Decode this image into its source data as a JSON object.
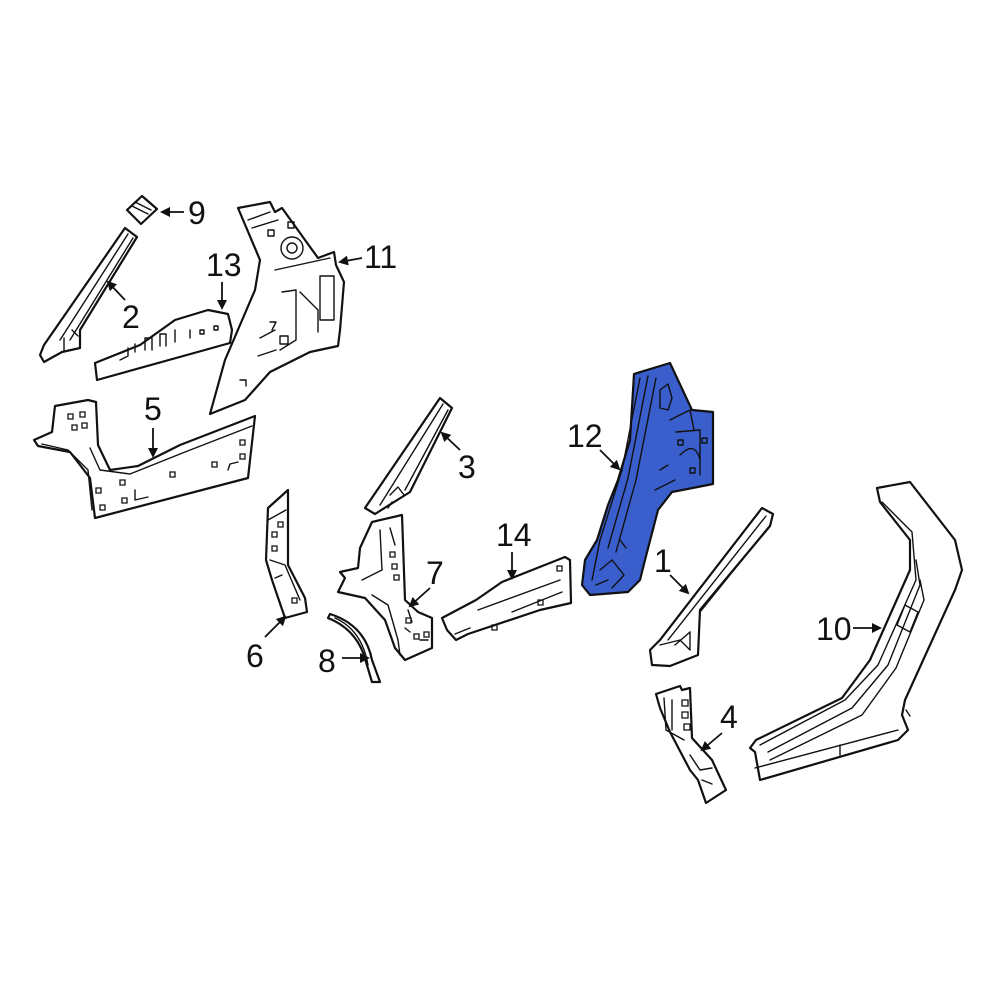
{
  "diagram": {
    "type": "exploded-parts-diagram",
    "highlight_color": "#3a5fcd",
    "line_color": "#111111",
    "background": "#ffffff",
    "highlighted_part": "12",
    "callouts": [
      {
        "id": "1",
        "label": "1"
      },
      {
        "id": "2",
        "label": "2"
      },
      {
        "id": "3",
        "label": "3"
      },
      {
        "id": "4",
        "label": "4"
      },
      {
        "id": "5",
        "label": "5"
      },
      {
        "id": "6",
        "label": "6"
      },
      {
        "id": "7",
        "label": "7"
      },
      {
        "id": "8",
        "label": "8"
      },
      {
        "id": "9",
        "label": "9"
      },
      {
        "id": "10",
        "label": "10"
      },
      {
        "id": "11",
        "label": "11"
      },
      {
        "id": "12",
        "label": "12"
      },
      {
        "id": "13",
        "label": "13"
      },
      {
        "id": "14",
        "label": "14"
      }
    ]
  }
}
